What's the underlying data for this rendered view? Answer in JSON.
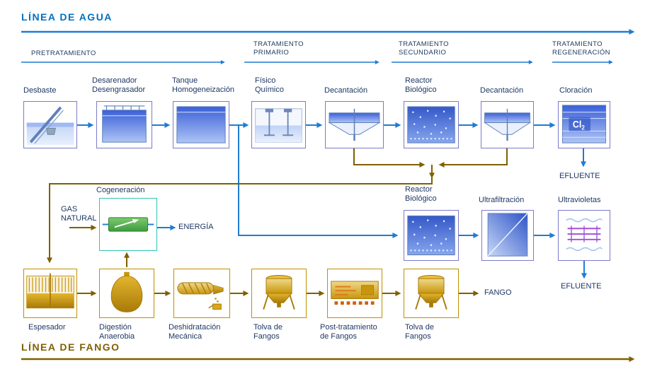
{
  "water_line": {
    "title": "LÍNEA DE AGUA"
  },
  "sludge_line": {
    "title": "LÍNEA DE FANGO"
  },
  "phases": [
    {
      "label": "PRETRATAMIENTO"
    },
    {
      "label": "TRATAMIENTO\nPRIMARIO"
    },
    {
      "label": "TRATAMIENTO\nSECUNDARIO"
    },
    {
      "label": "TRATAMIENTO\nREGENERACIÓN"
    }
  ],
  "water_stages": [
    {
      "label": "Desbaste"
    },
    {
      "label": "Desarenador\nDesengrasador"
    },
    {
      "label": "Tanque\nHomogeneización"
    },
    {
      "label": "Físico\nQuímico"
    },
    {
      "label": "Decantación"
    },
    {
      "label": "Reactor\nBiológico"
    },
    {
      "label": "Decantación"
    },
    {
      "label": "Cloración"
    }
  ],
  "tertiary_stages": [
    {
      "label": "Reactor\nBiológico"
    },
    {
      "label": "Ultrafiltración"
    },
    {
      "label": "Ultravioletas"
    }
  ],
  "sludge_stages": [
    {
      "label": "Espesador"
    },
    {
      "label": "Digestión\nAnaerobia"
    },
    {
      "label": "Deshidratación\nMecánica"
    },
    {
      "label": "Tolva de\nFangos"
    },
    {
      "label": "Post-tratamiento\nde Fangos"
    },
    {
      "label": "Tolva de\nFangos"
    }
  ],
  "cogeneration": {
    "label": "Cogeneración",
    "input": "GAS\nNATURAL",
    "output": "ENERGÍA"
  },
  "chlorine": {
    "symbol": "Cl",
    "sub": "2"
  },
  "outputs": {
    "effluent_chlorination": "EFLUENTE",
    "effluent_uv": "EFLUENTE",
    "sludge_out": "FANGO"
  },
  "colors": {
    "water_arrow": "#1F7CD4",
    "water_title": "#0070C0",
    "sludge_arrow": "#7F6000",
    "water_box_border": "#7B7BC8",
    "sludge_box_border": "#BF9000",
    "cogeneration_border": "#2FC4B2",
    "label_text": "#1F3864"
  }
}
